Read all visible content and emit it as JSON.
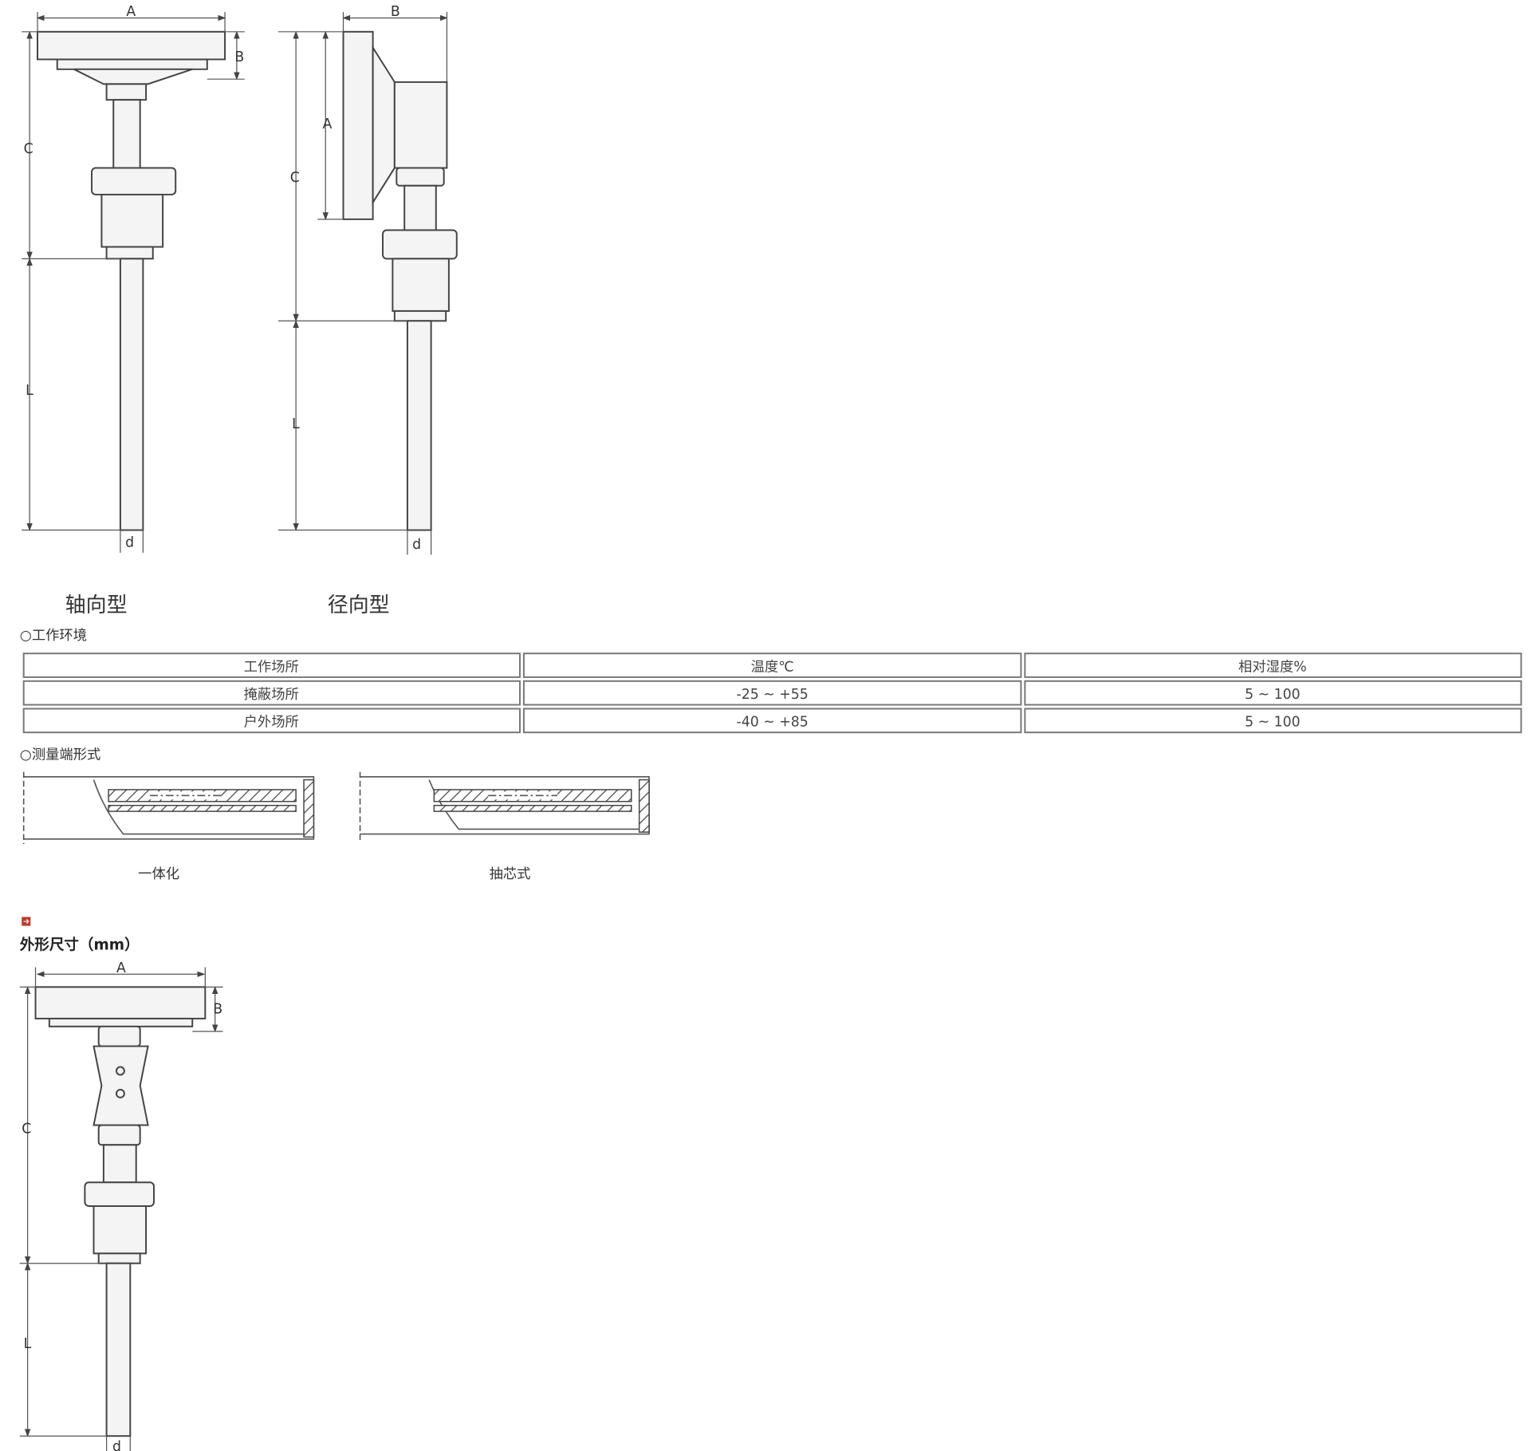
{
  "drawings": {
    "dim_labels": {
      "A": "A",
      "B": "B",
      "C": "C",
      "L": "L",
      "d": "d"
    },
    "axial_caption": "轴向型",
    "radial_caption": "径向型"
  },
  "environment": {
    "heading": "○工作环境",
    "columns": [
      "工作场所",
      "温度℃",
      "相对湿度%"
    ],
    "rows": [
      [
        "掩蔽场所",
        "-25 ~ +55",
        "5 ~ 100"
      ],
      [
        "户外场所",
        "-40 ~ +85",
        "5 ~ 100"
      ]
    ]
  },
  "probe_types": {
    "heading": "○测量端形式",
    "items": [
      "一体化",
      "抽芯式"
    ]
  },
  "dimensions": {
    "icon": "red-arrow-icon",
    "heading": "外形尺寸（mm）"
  },
  "colors": {
    "icon_red": "#c0392b",
    "line": "#444444"
  }
}
